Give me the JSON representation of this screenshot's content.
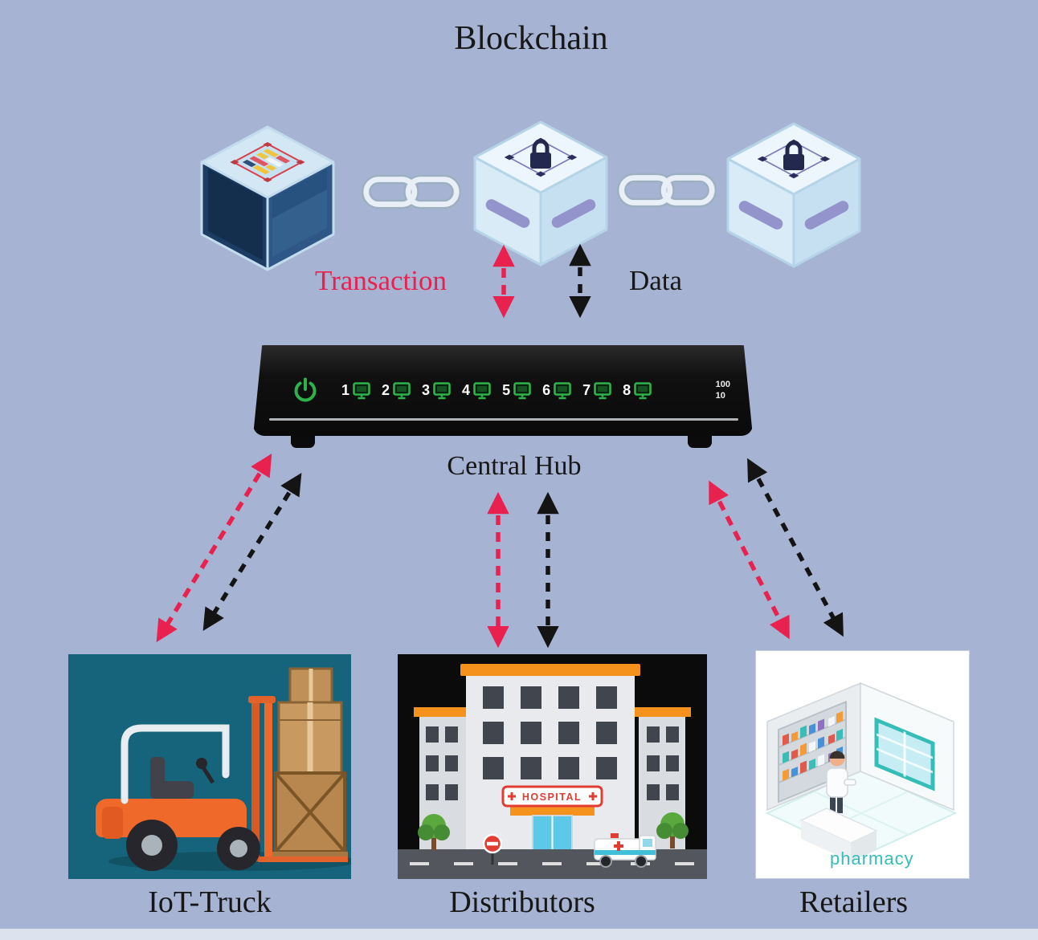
{
  "title": "Blockchain",
  "labels": {
    "transaction": "Transaction",
    "data": "Data",
    "central_hub": "Central Hub"
  },
  "hub": {
    "ports": [
      "1",
      "2",
      "3",
      "4",
      "5",
      "6",
      "7",
      "8"
    ],
    "uplink_top": "100",
    "uplink_bottom": "10"
  },
  "nodes": [
    {
      "id": "iot-truck",
      "label": "IoT-Truck"
    },
    {
      "id": "distributors",
      "label": "Distributors",
      "sign": "HOSPITAL"
    },
    {
      "id": "retailers",
      "label": "Retailers",
      "sign": "pharmacy"
    }
  ],
  "connections": [
    {
      "from": "Blockchain",
      "to": "Central Hub",
      "channels": [
        "Transaction",
        "Data"
      ]
    },
    {
      "from": "Central Hub",
      "to": "IoT-Truck",
      "channels": [
        "Transaction",
        "Data"
      ]
    },
    {
      "from": "Central Hub",
      "to": "Distributors",
      "channels": [
        "Transaction",
        "Data"
      ]
    },
    {
      "from": "Central Hub",
      "to": "Retailers",
      "channels": [
        "Transaction",
        "Data"
      ]
    }
  ],
  "colors": {
    "background": "#a6b3d3",
    "transaction_arrow": "#e8214f",
    "data_arrow": "#141414",
    "hub_led_green": "#2db34a",
    "truck_background": "#15647c",
    "hospital_background": "#0b0b0c",
    "accent_orange": "#f5921e",
    "pharmacy_teal": "#35bdb7"
  }
}
